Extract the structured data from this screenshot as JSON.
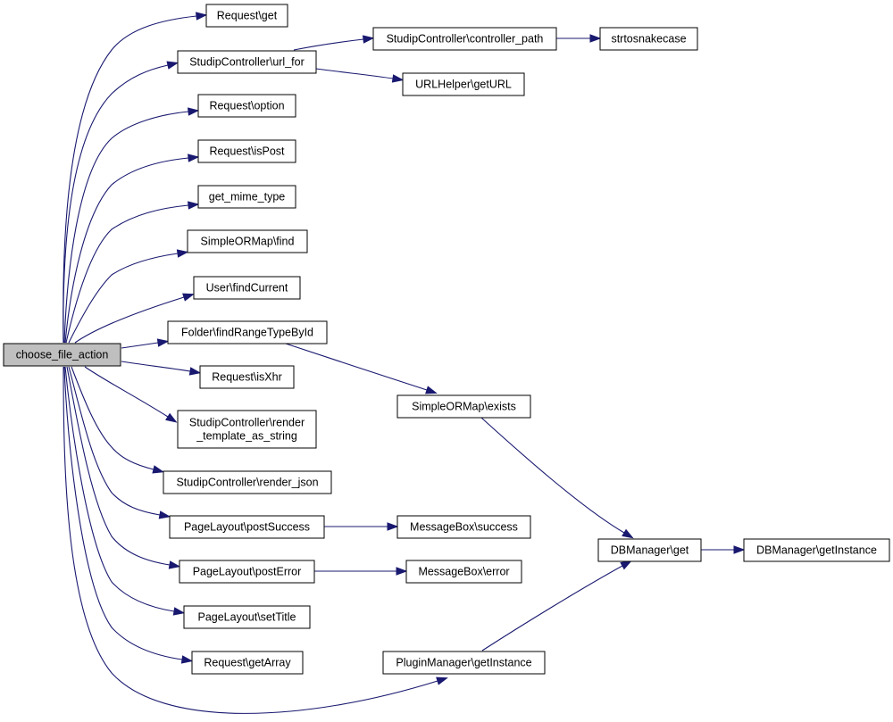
{
  "nodes": [
    {
      "id": "root",
      "lines": [
        "choose_file_action"
      ],
      "root": true
    },
    {
      "id": "request-get",
      "lines": [
        "Request\\get"
      ]
    },
    {
      "id": "studipcontroller-url-for",
      "lines": [
        "StudipController\\url_for"
      ]
    },
    {
      "id": "request-option",
      "lines": [
        "Request\\option"
      ]
    },
    {
      "id": "request-ispost",
      "lines": [
        "Request\\isPost"
      ]
    },
    {
      "id": "get-mime-type",
      "lines": [
        "get_mime_type"
      ]
    },
    {
      "id": "simpleormap-find",
      "lines": [
        "SimpleORMap\\find"
      ]
    },
    {
      "id": "user-findcurrent",
      "lines": [
        "User\\findCurrent"
      ]
    },
    {
      "id": "folder-findrangetypebyid",
      "lines": [
        "Folder\\findRangeTypeById"
      ]
    },
    {
      "id": "request-isxhr",
      "lines": [
        "Request\\isXhr"
      ]
    },
    {
      "id": "studipcontroller-render-template",
      "lines": [
        "StudipController\\render",
        "_template_as_string"
      ]
    },
    {
      "id": "studipcontroller-render-json",
      "lines": [
        "StudipController\\render_json"
      ]
    },
    {
      "id": "pagelayout-postsuccess",
      "lines": [
        "PageLayout\\postSuccess"
      ]
    },
    {
      "id": "pagelayout-posterror",
      "lines": [
        "PageLayout\\postError"
      ]
    },
    {
      "id": "pagelayout-settitle",
      "lines": [
        "PageLayout\\setTitle"
      ]
    },
    {
      "id": "request-getarray",
      "lines": [
        "Request\\getArray"
      ]
    },
    {
      "id": "studipcontroller-controller-path",
      "lines": [
        "StudipController\\controller_path"
      ]
    },
    {
      "id": "strtosnakecase",
      "lines": [
        "strtosnakecase"
      ]
    },
    {
      "id": "urlhelper-geturl",
      "lines": [
        "URLHelper\\getURL"
      ]
    },
    {
      "id": "simpleormap-exists",
      "lines": [
        "SimpleORMap\\exists"
      ]
    },
    {
      "id": "messagebox-success",
      "lines": [
        "MessageBox\\success"
      ]
    },
    {
      "id": "messagebox-error",
      "lines": [
        "MessageBox\\error"
      ]
    },
    {
      "id": "pluginmanager-getinstance",
      "lines": [
        "PluginManager\\getInstance"
      ]
    },
    {
      "id": "dbmanager-get",
      "lines": [
        "DBManager\\get"
      ]
    },
    {
      "id": "dbmanager-getinstance",
      "lines": [
        "DBManager\\getInstance"
      ]
    }
  ],
  "edges": [
    {
      "from": "root",
      "to": "request-get"
    },
    {
      "from": "root",
      "to": "studipcontroller-url-for"
    },
    {
      "from": "root",
      "to": "request-option"
    },
    {
      "from": "root",
      "to": "request-ispost"
    },
    {
      "from": "root",
      "to": "get-mime-type"
    },
    {
      "from": "root",
      "to": "simpleormap-find"
    },
    {
      "from": "root",
      "to": "user-findcurrent"
    },
    {
      "from": "root",
      "to": "folder-findrangetypebyid"
    },
    {
      "from": "root",
      "to": "request-isxhr"
    },
    {
      "from": "root",
      "to": "studipcontroller-render-template"
    },
    {
      "from": "root",
      "to": "studipcontroller-render-json"
    },
    {
      "from": "root",
      "to": "pagelayout-postsuccess"
    },
    {
      "from": "root",
      "to": "pagelayout-posterror"
    },
    {
      "from": "root",
      "to": "pagelayout-settitle"
    },
    {
      "from": "root",
      "to": "request-getarray"
    },
    {
      "from": "root",
      "to": "pluginmanager-getinstance"
    },
    {
      "from": "studipcontroller-url-for",
      "to": "studipcontroller-controller-path"
    },
    {
      "from": "studipcontroller-url-for",
      "to": "urlhelper-geturl"
    },
    {
      "from": "studipcontroller-controller-path",
      "to": "strtosnakecase"
    },
    {
      "from": "folder-findrangetypebyid",
      "to": "simpleormap-exists"
    },
    {
      "from": "simpleormap-exists",
      "to": "dbmanager-get"
    },
    {
      "from": "pagelayout-postsuccess",
      "to": "messagebox-success"
    },
    {
      "from": "pagelayout-posterror",
      "to": "messagebox-error"
    },
    {
      "from": "pluginmanager-getinstance",
      "to": "dbmanager-get"
    },
    {
      "from": "dbmanager-get",
      "to": "dbmanager-getinstance"
    }
  ]
}
